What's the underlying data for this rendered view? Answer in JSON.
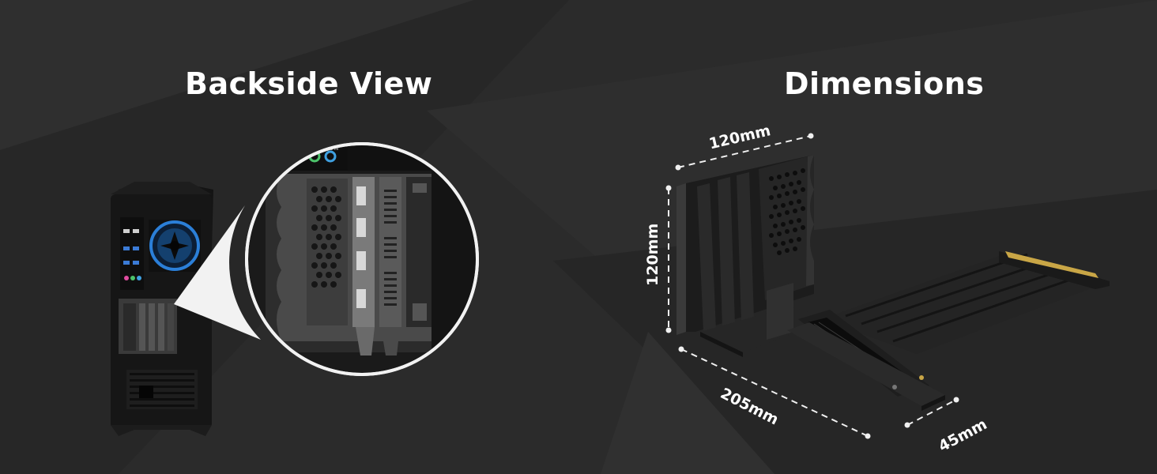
{
  "sections": {
    "backside": {
      "title": "Backside View"
    },
    "dimensions": {
      "title": "Dimensions"
    }
  },
  "io_labels": {
    "line_out": "LINE OUT",
    "line_in": "LINE IN"
  },
  "measurements": {
    "top_width": "120mm",
    "height": "120mm",
    "depth": "205mm",
    "base_width": "45mm"
  },
  "colors": {
    "background": "#2b2b2b",
    "text": "#ffffff",
    "fan_ring": "#2b7fd8",
    "audio_pink": "#e04ca0",
    "audio_green": "#4cc36a",
    "audio_blue": "#3fa0e0",
    "gold_contacts": "#c9a646"
  }
}
